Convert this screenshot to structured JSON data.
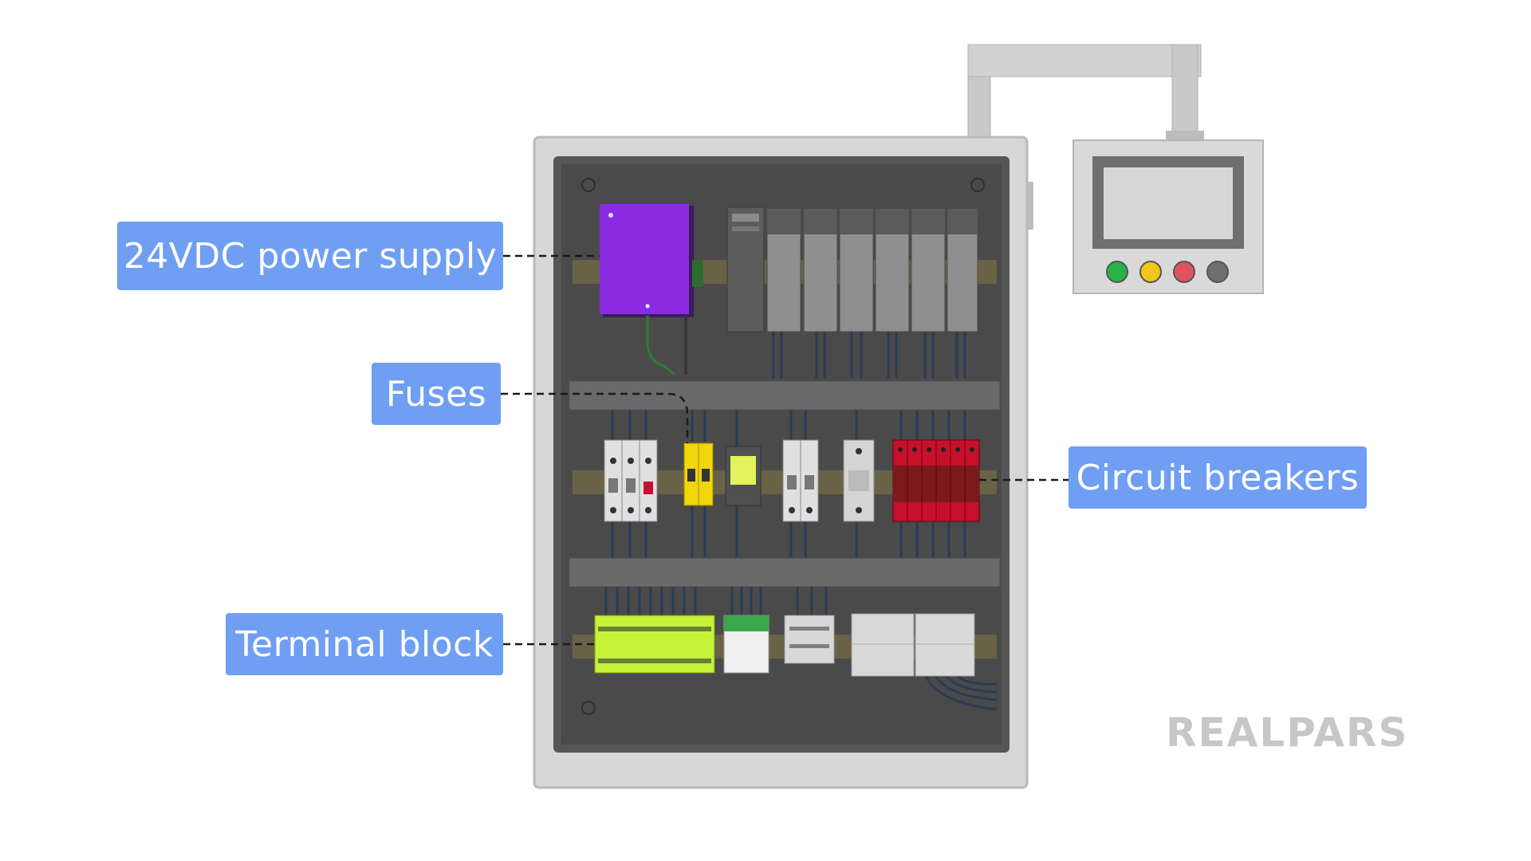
{
  "labels": {
    "power_supply": "24VDC power supply",
    "fuses": "Fuses",
    "circuit_breakers": "Circuit breakers",
    "terminal_block": "Terminal block"
  },
  "watermark": "REALPARS",
  "colors": {
    "callout_bg": "#6f9ef2",
    "callout_text": "#ffffff",
    "power_supply": "#8a2be2",
    "fuse_yellow": "#f1d60a",
    "breaker_red": "#c8102e",
    "terminal_green": "#c6f23a",
    "hmi_button_green": "#27b34a",
    "hmi_button_yellow": "#f2c61c",
    "hmi_button_red": "#e0525e",
    "hmi_button_gray": "#6e6e6e"
  }
}
